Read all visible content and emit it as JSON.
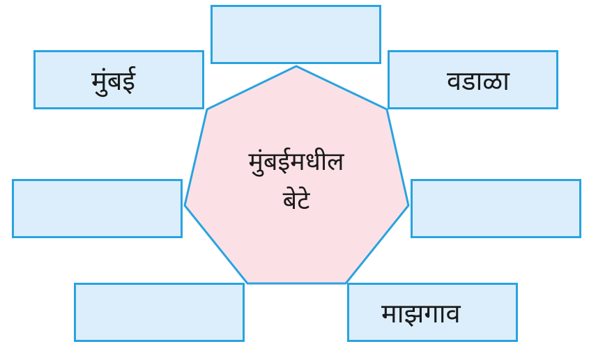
{
  "diagram": {
    "center_label_line1": "मुंबईमधील",
    "center_label_line2": "बेटे",
    "boxes": {
      "top": "",
      "top_left": "मुंबई",
      "top_right": "वडाळा",
      "mid_left": "",
      "mid_right": "",
      "bottom_left": "",
      "bottom_right": "माझगाव"
    }
  },
  "colors": {
    "heptagon_fill": "#fbe1e6",
    "stroke": "#29a3e0",
    "box_fill": "#dceefb"
  }
}
